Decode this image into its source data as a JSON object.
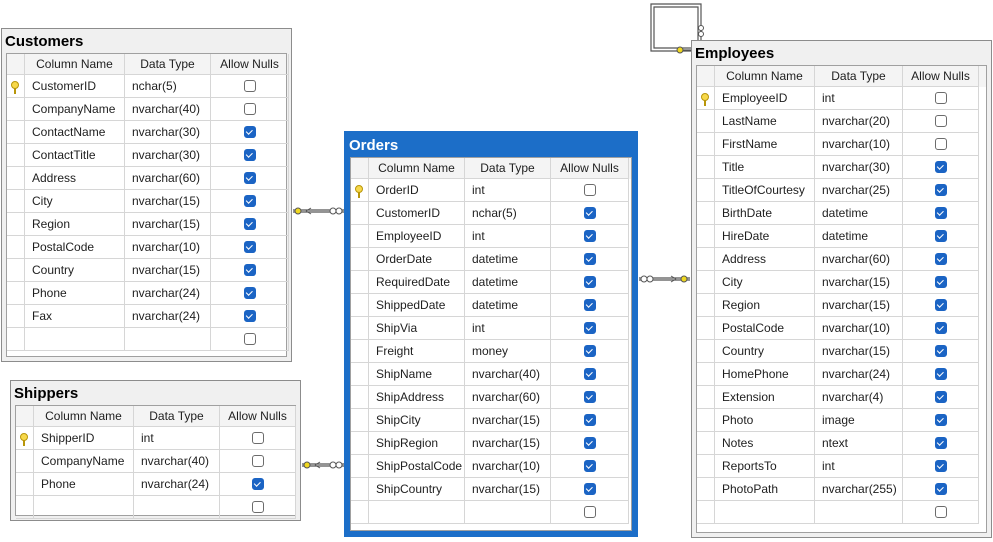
{
  "columns_header": {
    "name": "Column Name",
    "type": "Data Type",
    "nulls": "Allow Nulls"
  },
  "tables": [
    {
      "id": "customers",
      "title": "Customers",
      "rows": [
        {
          "name": "CustomerID",
          "type": "nchar(5)",
          "nulls": false,
          "pk": true
        },
        {
          "name": "CompanyName",
          "type": "nvarchar(40)",
          "nulls": false
        },
        {
          "name": "ContactName",
          "type": "nvarchar(30)",
          "nulls": true
        },
        {
          "name": "ContactTitle",
          "type": "nvarchar(30)",
          "nulls": true
        },
        {
          "name": "Address",
          "type": "nvarchar(60)",
          "nulls": true
        },
        {
          "name": "City",
          "type": "nvarchar(15)",
          "nulls": true
        },
        {
          "name": "Region",
          "type": "nvarchar(15)",
          "nulls": true
        },
        {
          "name": "PostalCode",
          "type": "nvarchar(10)",
          "nulls": true
        },
        {
          "name": "Country",
          "type": "nvarchar(15)",
          "nulls": true
        },
        {
          "name": "Phone",
          "type": "nvarchar(24)",
          "nulls": true
        },
        {
          "name": "Fax",
          "type": "nvarchar(24)",
          "nulls": true
        },
        {
          "name": "",
          "type": "",
          "nulls": false
        }
      ]
    },
    {
      "id": "shippers",
      "title": "Shippers",
      "rows": [
        {
          "name": "ShipperID",
          "type": "int",
          "nulls": false,
          "pk": true
        },
        {
          "name": "CompanyName",
          "type": "nvarchar(40)",
          "nulls": false
        },
        {
          "name": "Phone",
          "type": "nvarchar(24)",
          "nulls": true
        },
        {
          "name": "",
          "type": "",
          "nulls": false
        }
      ]
    },
    {
      "id": "orders",
      "title": "Orders",
      "selected": true,
      "rows": [
        {
          "name": "OrderID",
          "type": "int",
          "nulls": false,
          "pk": true
        },
        {
          "name": "CustomerID",
          "type": "nchar(5)",
          "nulls": true
        },
        {
          "name": "EmployeeID",
          "type": "int",
          "nulls": true
        },
        {
          "name": "OrderDate",
          "type": "datetime",
          "nulls": true
        },
        {
          "name": "RequiredDate",
          "type": "datetime",
          "nulls": true
        },
        {
          "name": "ShippedDate",
          "type": "datetime",
          "nulls": true
        },
        {
          "name": "ShipVia",
          "type": "int",
          "nulls": true
        },
        {
          "name": "Freight",
          "type": "money",
          "nulls": true
        },
        {
          "name": "ShipName",
          "type": "nvarchar(40)",
          "nulls": true
        },
        {
          "name": "ShipAddress",
          "type": "nvarchar(60)",
          "nulls": true
        },
        {
          "name": "ShipCity",
          "type": "nvarchar(15)",
          "nulls": true
        },
        {
          "name": "ShipRegion",
          "type": "nvarchar(15)",
          "nulls": true
        },
        {
          "name": "ShipPostalCode",
          "type": "nvarchar(10)",
          "nulls": true
        },
        {
          "name": "ShipCountry",
          "type": "nvarchar(15)",
          "nulls": true
        },
        {
          "name": "",
          "type": "",
          "nulls": false
        }
      ]
    },
    {
      "id": "employees",
      "title": "Employees",
      "rows": [
        {
          "name": "EmployeeID",
          "type": "int",
          "nulls": false,
          "pk": true
        },
        {
          "name": "LastName",
          "type": "nvarchar(20)",
          "nulls": false
        },
        {
          "name": "FirstName",
          "type": "nvarchar(10)",
          "nulls": false
        },
        {
          "name": "Title",
          "type": "nvarchar(30)",
          "nulls": true
        },
        {
          "name": "TitleOfCourtesy",
          "type": "nvarchar(25)",
          "nulls": true
        },
        {
          "name": "BirthDate",
          "type": "datetime",
          "nulls": true
        },
        {
          "name": "HireDate",
          "type": "datetime",
          "nulls": true
        },
        {
          "name": "Address",
          "type": "nvarchar(60)",
          "nulls": true
        },
        {
          "name": "City",
          "type": "nvarchar(15)",
          "nulls": true
        },
        {
          "name": "Region",
          "type": "nvarchar(15)",
          "nulls": true
        },
        {
          "name": "PostalCode",
          "type": "nvarchar(10)",
          "nulls": true
        },
        {
          "name": "Country",
          "type": "nvarchar(15)",
          "nulls": true
        },
        {
          "name": "HomePhone",
          "type": "nvarchar(24)",
          "nulls": true
        },
        {
          "name": "Extension",
          "type": "nvarchar(4)",
          "nulls": true
        },
        {
          "name": "Photo",
          "type": "image",
          "nulls": true
        },
        {
          "name": "Notes",
          "type": "ntext",
          "nulls": true
        },
        {
          "name": "ReportsTo",
          "type": "int",
          "nulls": true
        },
        {
          "name": "PhotoPath",
          "type": "nvarchar(255)",
          "nulls": true
        },
        {
          "name": "",
          "type": "",
          "nulls": false
        }
      ]
    }
  ],
  "relationships": [
    {
      "from": "Orders",
      "to": "Customers"
    },
    {
      "from": "Orders",
      "to": "Shippers"
    },
    {
      "from": "Orders",
      "to": "Employees"
    },
    {
      "from": "Employees",
      "to": "Employees"
    }
  ],
  "colors": {
    "selected_border": "#1c6ec8",
    "checkbox_checked": "#1b64c4",
    "key_icon": "#f7d84a"
  }
}
